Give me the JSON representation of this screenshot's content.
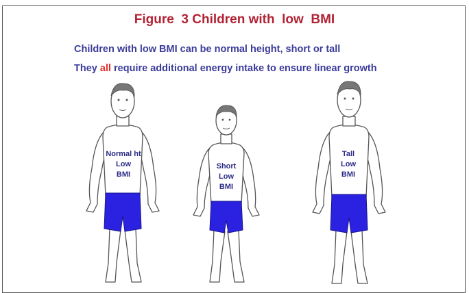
{
  "figure": {
    "title": "Figure  3 Children with  low  BMI",
    "line1": "Children with low BMI can be normal height, short or tall",
    "line2_before": "They ",
    "line2_highlight": "all",
    "line2_after": " require additional energy intake to ensure linear growth"
  },
  "children": [
    {
      "label_line1": "Normal ht",
      "label_line2": "Low",
      "label_line3": "BMI"
    },
    {
      "label_line1": "Short",
      "label_line2": "Low",
      "label_line3": "BMI"
    },
    {
      "label_line1": "Tall",
      "label_line2": "Low",
      "label_line3": "BMI"
    }
  ],
  "colors": {
    "title": "#b22234",
    "text": "#3b3b9a",
    "highlight": "#e03030",
    "shorts": "#2a22e0",
    "outline": "#555555"
  }
}
